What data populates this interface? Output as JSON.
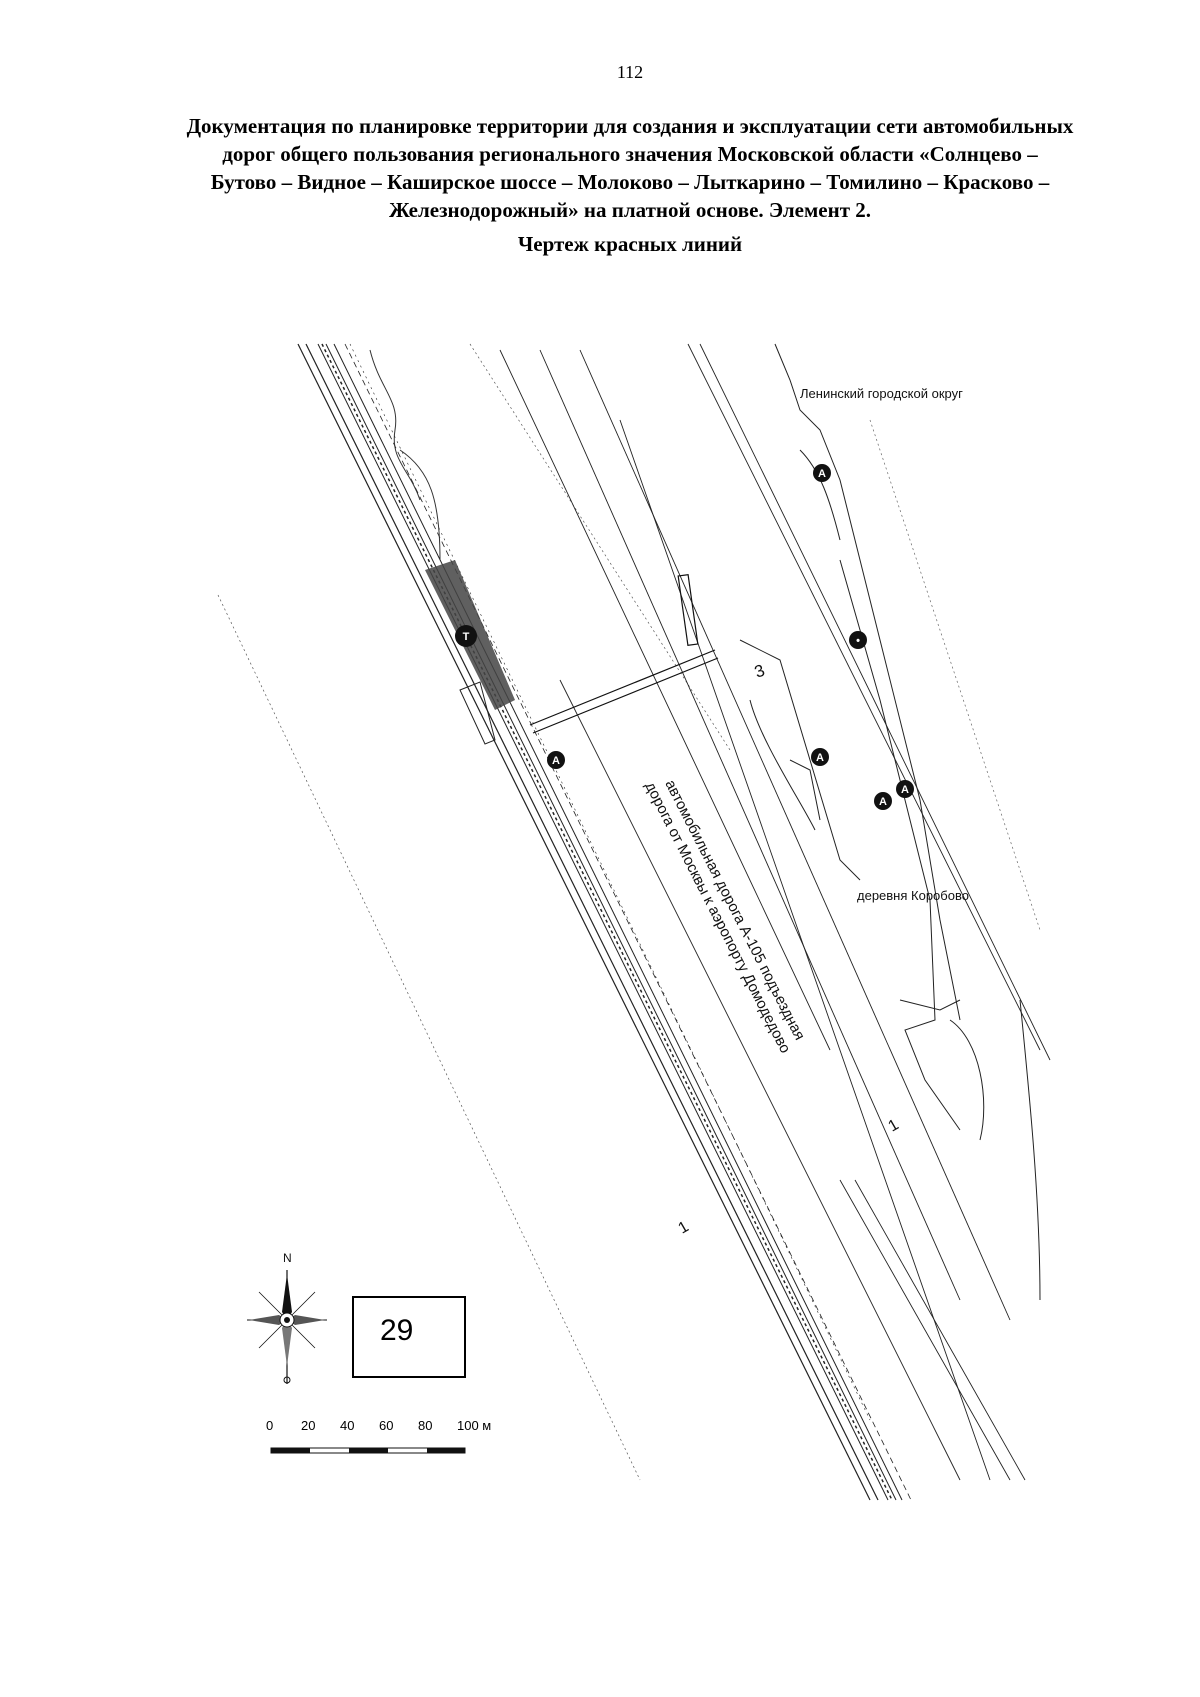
{
  "page_number": "112",
  "title_lines": [
    "Документация по планировке территории для создания и эксплуатации сети автомобильных",
    "дорог общего пользования регионального значения Московской области «Солнцево –",
    "Бутово – Видное – Каширское шоссе – Молоково – Лыткарино – Томилино – Красково –",
    "Железнодорожный» на платной основе. Элемент 2."
  ],
  "drawing_title": "Чертеж красных линий",
  "map": {
    "labels": {
      "district": "Ленинский городской округ",
      "village": "деревня Коробово",
      "road_line1": "автомобильная дорога А-105 подъездная",
      "road_line2": "дорога от Москвы к аэропорту Домодедово",
      "zone_1_left": "1",
      "zone_1_right": "1",
      "zone_3": "3"
    },
    "markers": [
      {
        "letter": "А",
        "name": "marker-a-top"
      },
      {
        "letter": "Т",
        "name": "marker-t"
      },
      {
        "letter": "А",
        "name": "marker-a-left"
      },
      {
        "letter": "А",
        "name": "marker-a-middle"
      },
      {
        "letter": "А",
        "name": "marker-a-right-1"
      },
      {
        "letter": "А",
        "name": "marker-a-right-2"
      },
      {
        "letter": "•",
        "name": "marker-dot"
      }
    ],
    "compass_north": "N",
    "sheet_number": "29",
    "scale_labels": [
      "0",
      "20",
      "40",
      "60",
      "80",
      "100 м"
    ]
  }
}
